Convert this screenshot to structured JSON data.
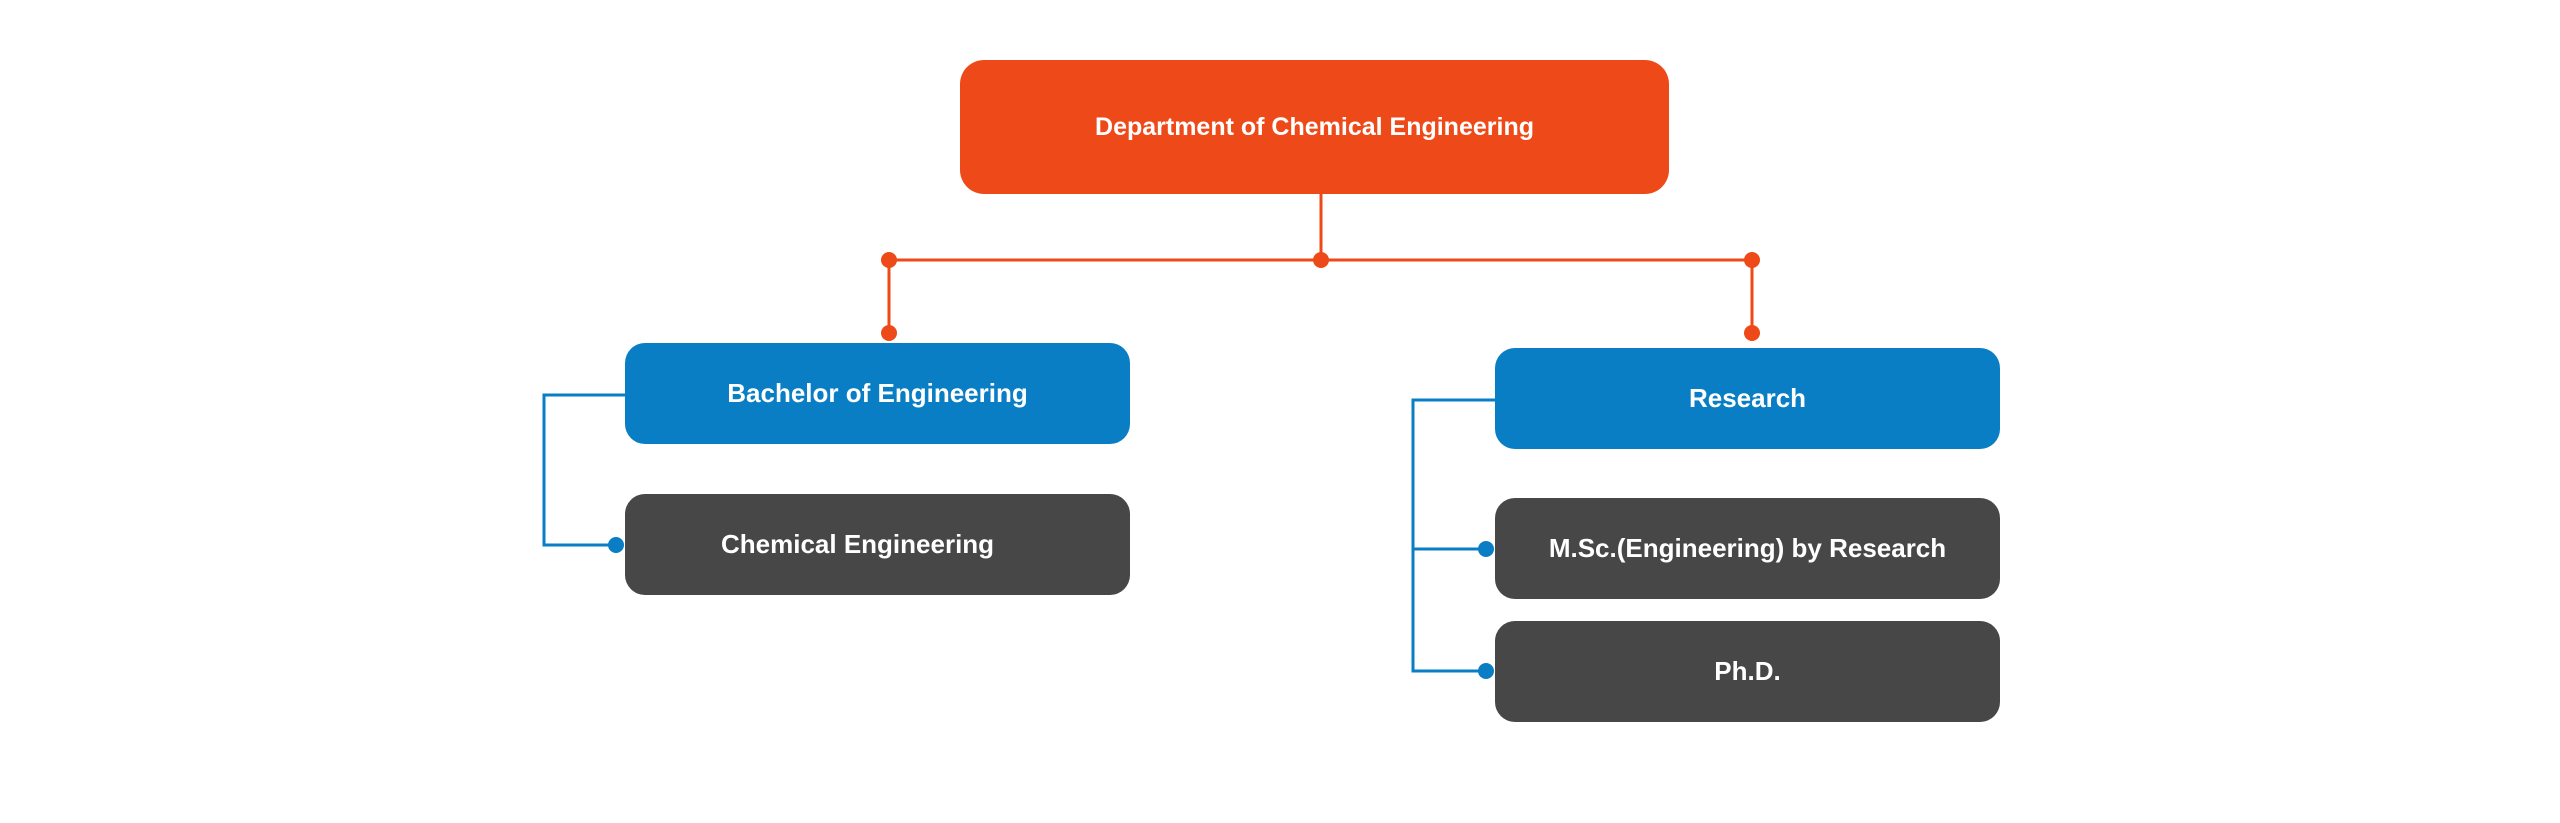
{
  "colors": {
    "root": "#ee4a19",
    "program": "#0a7ec4",
    "leaf": "#474747",
    "root_connector": "#ee4a19",
    "program_connector": "#0a7ec4"
  },
  "diagram": {
    "root": {
      "label": "Department of Chemical Engineering"
    },
    "branches": [
      {
        "label": "Bachelor of Engineering",
        "children": [
          {
            "label": "Chemical Engineering"
          }
        ]
      },
      {
        "label": "Research",
        "children": [
          {
            "label": "M.Sc.(Engineering) by Research"
          },
          {
            "label": "Ph.D."
          }
        ]
      }
    ]
  }
}
